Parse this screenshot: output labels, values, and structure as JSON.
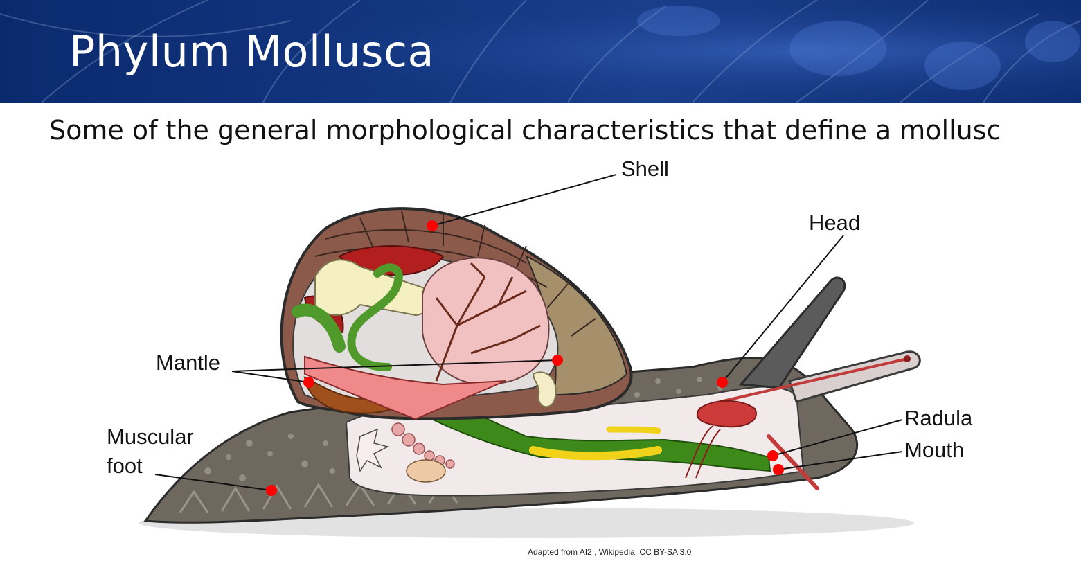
{
  "slide": {
    "title": "Phylum Mollusca",
    "subtitle": "Some of the general morphological characteristics that define a mollusc",
    "credit": "Adapted from AI2 , Wikipedia, CC BY-SA 3.0"
  },
  "labels": {
    "shell": "Shell",
    "head": "Head",
    "mantle": "Mantle",
    "muscular_foot_line1": "Muscular",
    "muscular_foot_line2": "foot",
    "radula": "Radula",
    "mouth": "Mouth"
  },
  "colors": {
    "banner": "#12357f",
    "marker": "#ff0000",
    "shell": "#8b5a4a",
    "foot": "#6b655c",
    "digestive": "#3d8a1a"
  }
}
